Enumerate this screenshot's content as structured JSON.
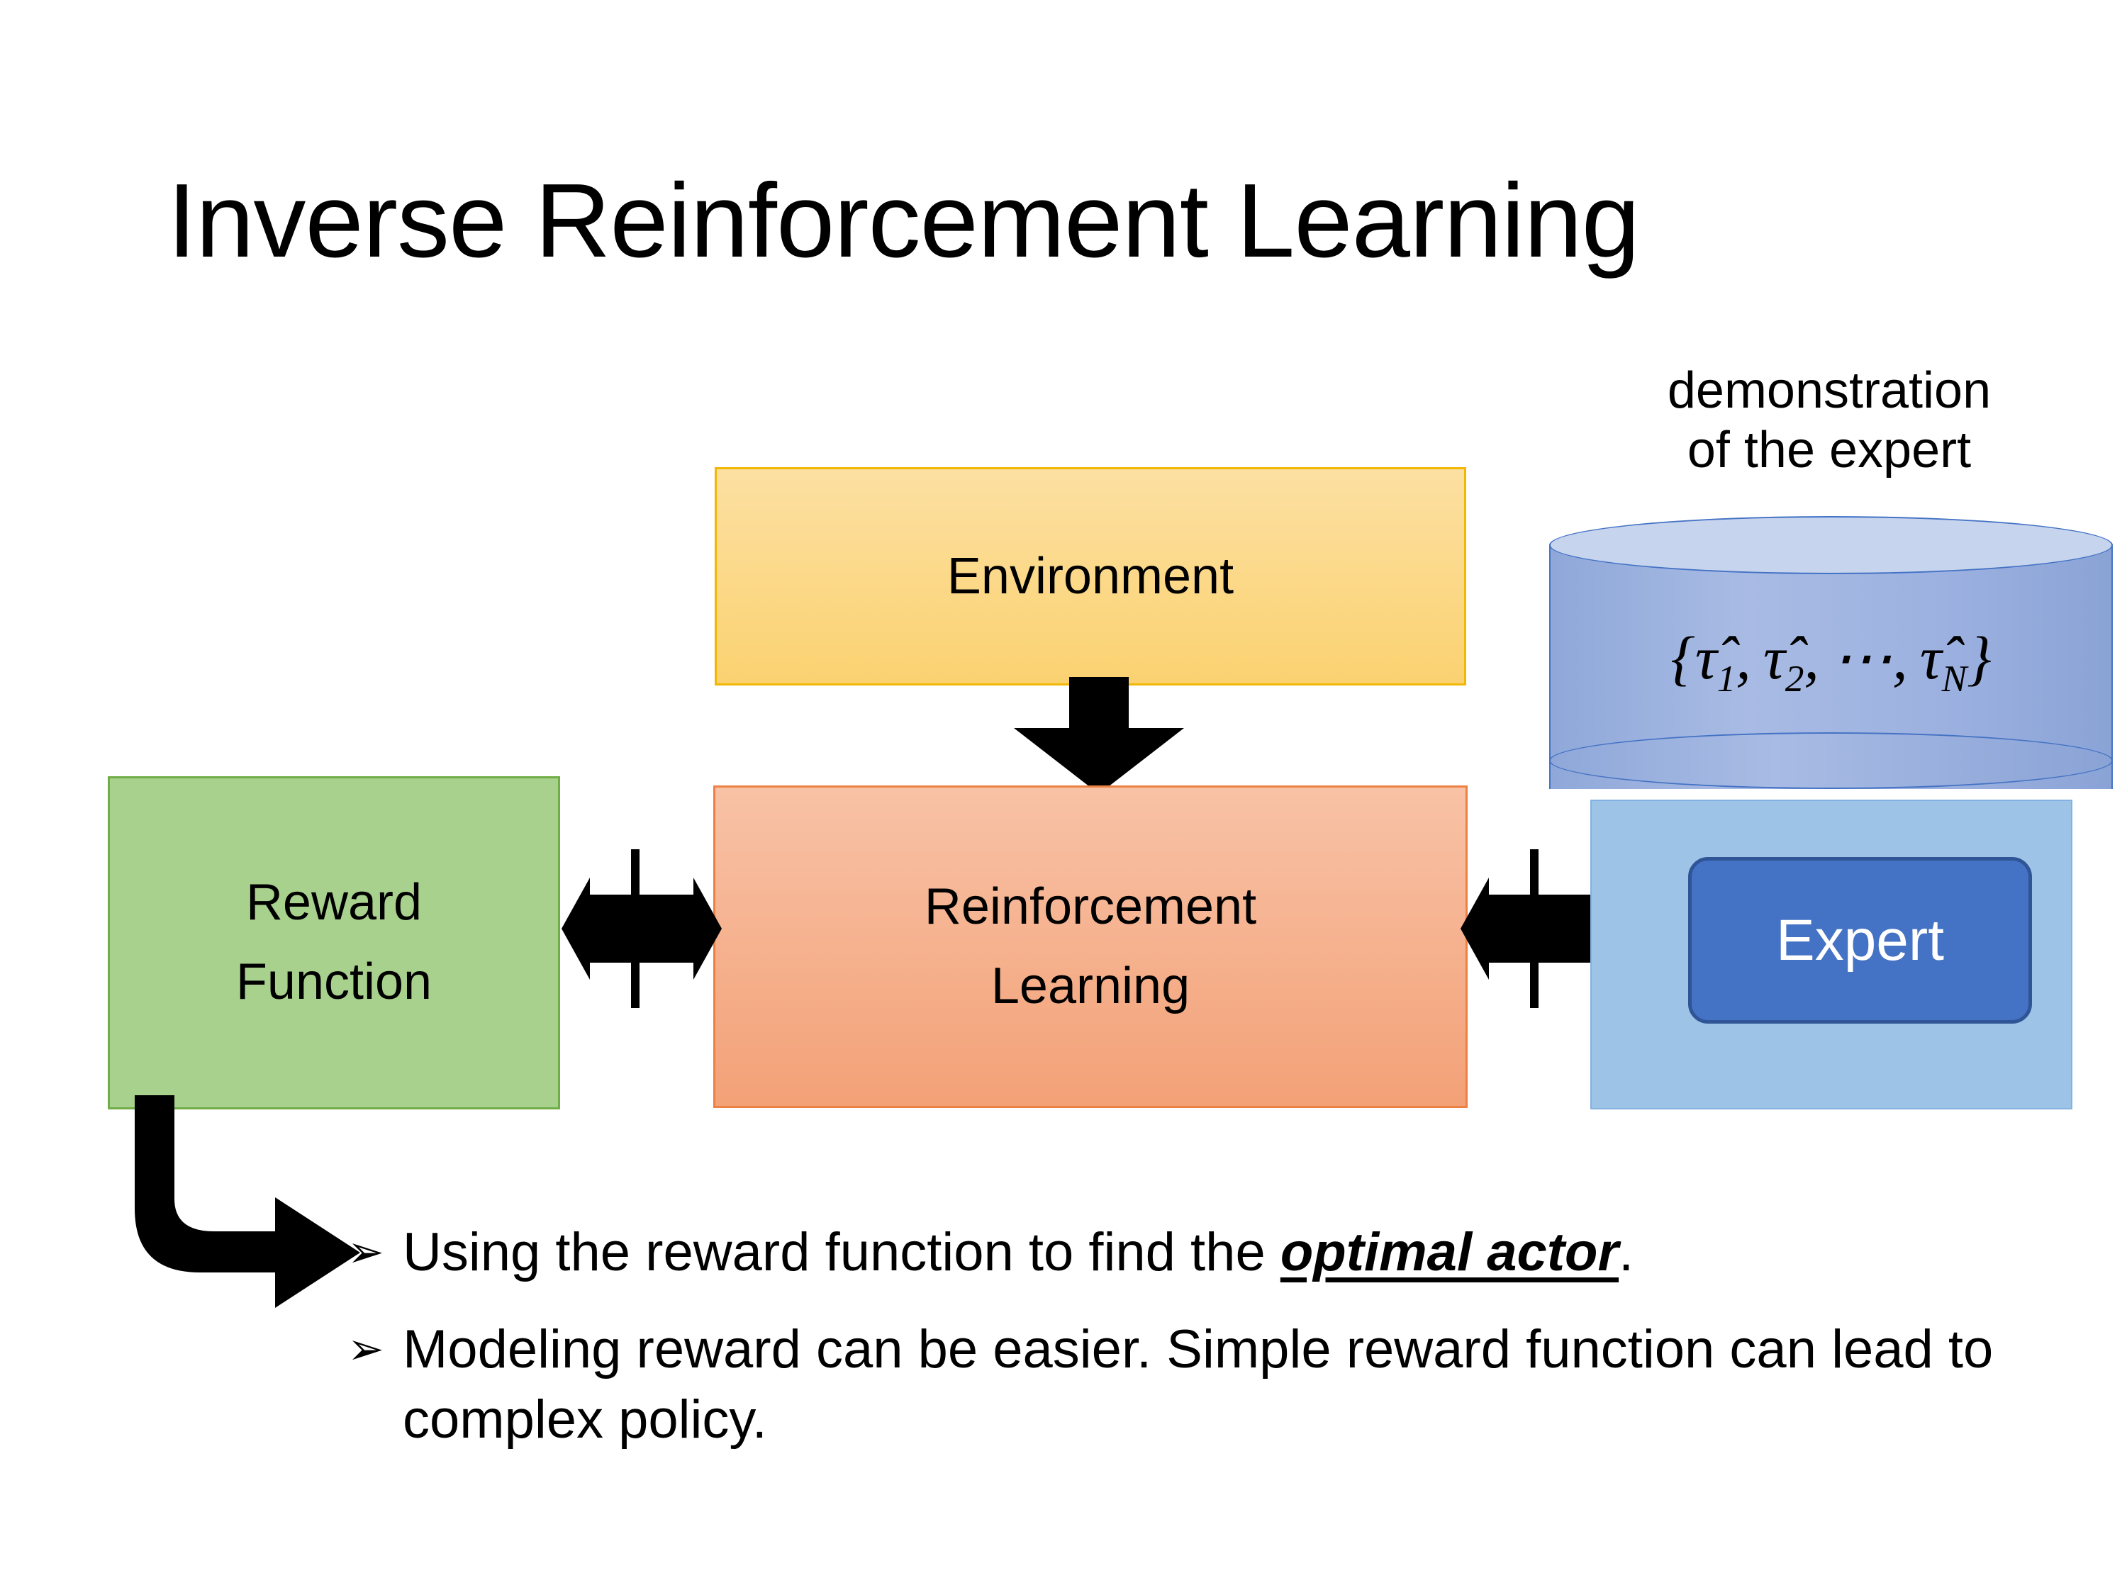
{
  "slide": {
    "title": "Inverse Reinforcement Learning",
    "background_color": "#FFFFFF"
  },
  "diagram": {
    "environment_box": {
      "label": "Environment",
      "fill_top": "#FCE0A2",
      "fill_bottom": "#FBD271",
      "border_color": "#F2B705"
    },
    "reinforcement_learning_box": {
      "label_line1": "Reinforcement",
      "label_line2": "Learning",
      "fill_top": "#F8C2A6",
      "fill_bottom": "#F3A177",
      "border_color": "#ED8043"
    },
    "reward_function_box": {
      "label_line1": "Reward",
      "label_line2": "Function",
      "fill": "#A9D18E",
      "border_color": "#70AD47"
    },
    "demonstration": {
      "caption_line1": "demonstration",
      "caption_line2": "of the expert",
      "cylinder_label": "{τ̂1, τ̂2, ⋯, τ̂N}",
      "cylinder_tokens": {
        "open_brace": "{",
        "tau": "τ̂",
        "sub1": "1",
        "sub2": "2",
        "subN": "N",
        "comma": ",",
        "ellipsis": "⋯",
        "close_brace": "}"
      },
      "cylinder_body_color": "#9CB1E0",
      "cylinder_top_color": "#C6D4EE",
      "cylinder_stroke_color": "#4472C4",
      "panel_fill": "#9DC3E6"
    },
    "expert_box": {
      "label": "Expert",
      "fill": "#4472C4",
      "border_color": "#2F5597",
      "text_color": "#FFFFFF"
    },
    "arrows": {
      "environment_to_rl": "down-arrow",
      "reward_to_rl": "four-way-arrow",
      "rl_to_expert": "four-way-arrow",
      "reward_to_bullets": "bent-arrow-right",
      "color": "#000000"
    }
  },
  "bullets": {
    "marker": "➢",
    "items": [
      {
        "prefix": "Using the reward function to find the ",
        "emphasis": "optimal actor",
        "suffix": "."
      },
      {
        "prefix": "Modeling reward can be easier. Simple reward function can lead to complex policy.",
        "emphasis": "",
        "suffix": ""
      }
    ]
  }
}
